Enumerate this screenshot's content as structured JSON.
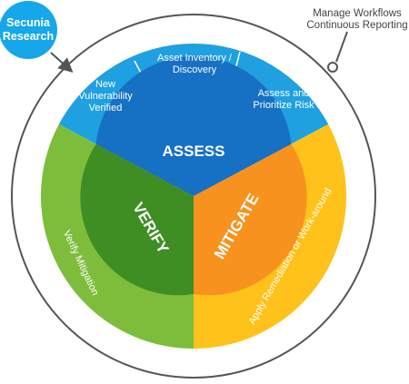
{
  "badge": {
    "line1": "Secunia",
    "line2": "Research"
  },
  "callout": {
    "line1": "Manage Workflows",
    "line2": "Continuous Reporting"
  },
  "outer_segments": {
    "vuln_line1": "New",
    "vuln_line2": "Vulnerability",
    "vuln_line3": "Verified",
    "inventory_line1": "Asset Inventory /",
    "inventory_line2": "Discovery",
    "prioritize_line1": "Assess and",
    "prioritize_line2": "Prioritize Risk",
    "verify_outer": "Verify Mitigation",
    "mitigate_outer": "Apply Remediation or Work-around"
  },
  "inner": {
    "assess": "ASSESS",
    "verify": "VERIFY",
    "mitigate": "MITIGATE"
  },
  "colors": {
    "blue_outer": "#1fa0e0",
    "blue_inner": "#1670c4",
    "green_outer": "#7ebd3c",
    "green_inner": "#3f8e24",
    "yellow_outer": "#ffc21a",
    "orange_inner": "#f7921e",
    "badge": "#15a7ea",
    "ring": "#555555"
  }
}
